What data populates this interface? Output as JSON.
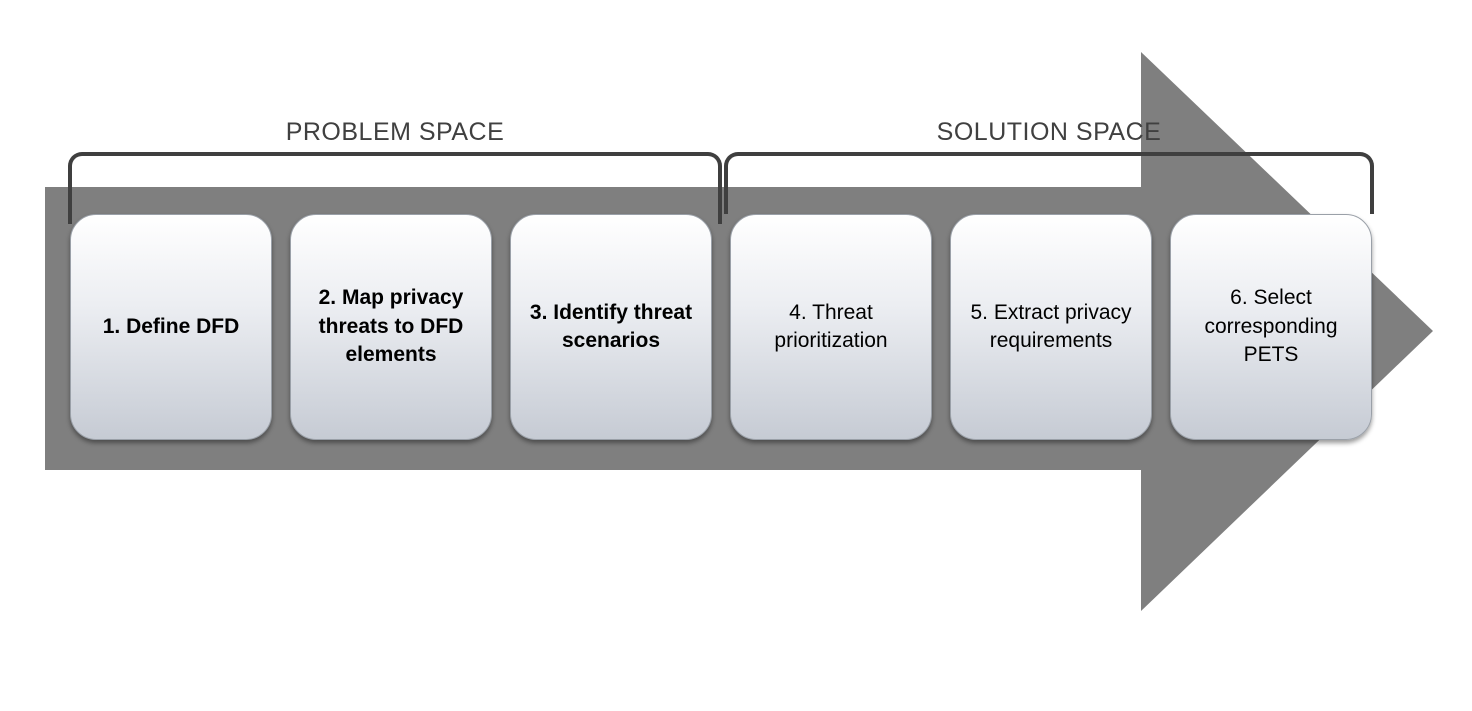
{
  "diagram": {
    "problem_space_label": "PROBLEM SPACE",
    "solution_space_label": "SOLUTION SPACE",
    "steps": [
      {
        "label": "1. Define DFD",
        "emphasis": true
      },
      {
        "label": "2. Map privacy threats to DFD elements",
        "emphasis": true
      },
      {
        "label": "3. Identify threat scenarios",
        "emphasis": true
      },
      {
        "label": "4. Threat prioritization",
        "emphasis": false
      },
      {
        "label": "5. Extract privacy requirements",
        "emphasis": false
      },
      {
        "label": "6. Select corresponding PETS",
        "emphasis": false
      }
    ],
    "colors": {
      "arrow": "#7f7f7f",
      "bracket": "#3f3f3f",
      "box_gradient_top": "#ffffff",
      "box_gradient_bottom": "#c6cbd4",
      "label_text": "#404040"
    }
  }
}
